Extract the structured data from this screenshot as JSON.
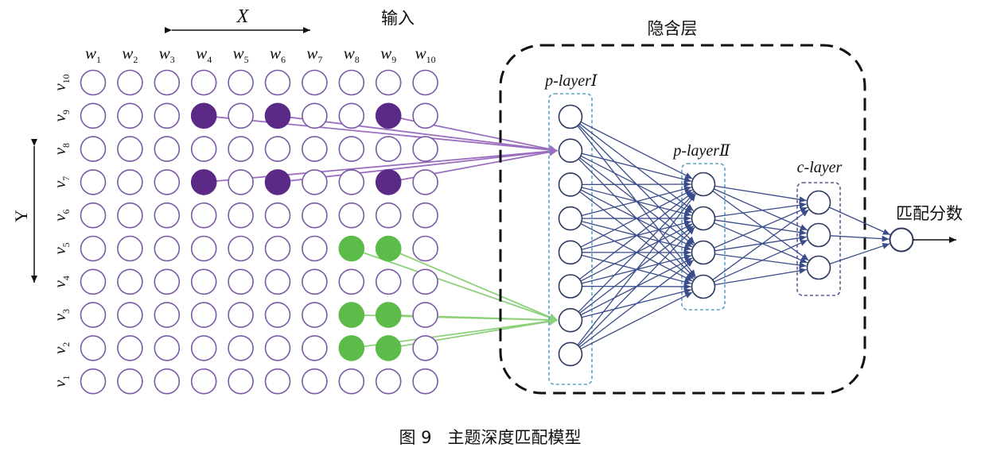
{
  "labels": {
    "x_axis": "X",
    "y_axis": "Y",
    "input": "输入",
    "hidden": "隐含层",
    "p_layer1": "p-layerⅠ",
    "p_layer2": "p-layerⅡ",
    "c_layer": "c-layer",
    "output": "匹配分数",
    "caption": "图 9   主题深度匹配模型"
  },
  "columns": [
    {
      "base": "w",
      "sub": "1"
    },
    {
      "base": "w",
      "sub": "2"
    },
    {
      "base": "w",
      "sub": "3"
    },
    {
      "base": "w",
      "sub": "4"
    },
    {
      "base": "w",
      "sub": "5"
    },
    {
      "base": "w",
      "sub": "6"
    },
    {
      "base": "w",
      "sub": "7"
    },
    {
      "base": "w",
      "sub": "8"
    },
    {
      "base": "w",
      "sub": "9"
    },
    {
      "base": "w",
      "sub": "10"
    }
  ],
  "rows": [
    {
      "base": "v",
      "sub": "10"
    },
    {
      "base": "v",
      "sub": "9"
    },
    {
      "base": "v",
      "sub": "8"
    },
    {
      "base": "v",
      "sub": "7"
    },
    {
      "base": "v",
      "sub": "6"
    },
    {
      "base": "v",
      "sub": "5"
    },
    {
      "base": "v",
      "sub": "4"
    },
    {
      "base": "v",
      "sub": "3"
    },
    {
      "base": "v",
      "sub": "2"
    },
    {
      "base": "v",
      "sub": "1"
    }
  ],
  "active_cells": {
    "purple": [
      [
        1,
        3
      ],
      [
        1,
        5
      ],
      [
        1,
        8
      ],
      [
        3,
        3
      ],
      [
        3,
        5
      ],
      [
        3,
        8
      ]
    ],
    "green": [
      [
        5,
        7
      ],
      [
        5,
        8
      ],
      [
        7,
        7
      ],
      [
        7,
        8
      ],
      [
        8,
        7
      ],
      [
        8,
        8
      ]
    ]
  },
  "layers": {
    "p1": {
      "count": 8
    },
    "p2": {
      "count": 4
    },
    "c": {
      "count": 3
    },
    "out": {
      "count": 1
    }
  },
  "colors": {
    "grid_stroke": "#7a5aa6",
    "purple_fill": "#5b2a86",
    "purple_line": "#9b6fc0",
    "green_fill": "#5dbb4a",
    "green_line": "#8cd07a",
    "node_stroke": "#2e3a5e",
    "conn_line": "#3a4c8a",
    "p_box": "#5aa0c8",
    "c_box": "#5b5a9a",
    "dashed_box": "#111111"
  }
}
